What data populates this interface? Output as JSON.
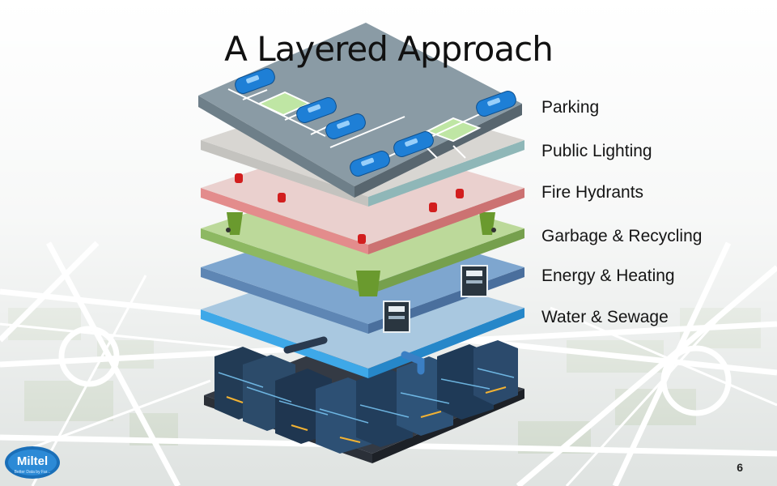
{
  "slide": {
    "title": "A Layered Approach",
    "page_number": "6"
  },
  "layers": [
    {
      "label": "Parking",
      "color": "#8a9ba5"
    },
    {
      "label": "Public Lighting",
      "color": "#cfcdc8"
    },
    {
      "label": "Fire Hydrants",
      "color": "#e8b7b7"
    },
    {
      "label": "Garbage & Recycling",
      "color": "#bcd99a"
    },
    {
      "label": "Energy & Heating",
      "color": "#7ea6cf"
    },
    {
      "label": "Water & Sewage",
      "color": "#a9c8e0"
    }
  ],
  "logo": {
    "name": "Miltel",
    "tagline": "Better Data by Far..."
  },
  "icons": {
    "car": "car-icon",
    "hydrant": "fire-hydrant-icon",
    "bin": "garbage-bin-icon",
    "meter": "energy-meter-icon",
    "pipe": "pipe-icon",
    "city": "city-blocks-icon"
  }
}
